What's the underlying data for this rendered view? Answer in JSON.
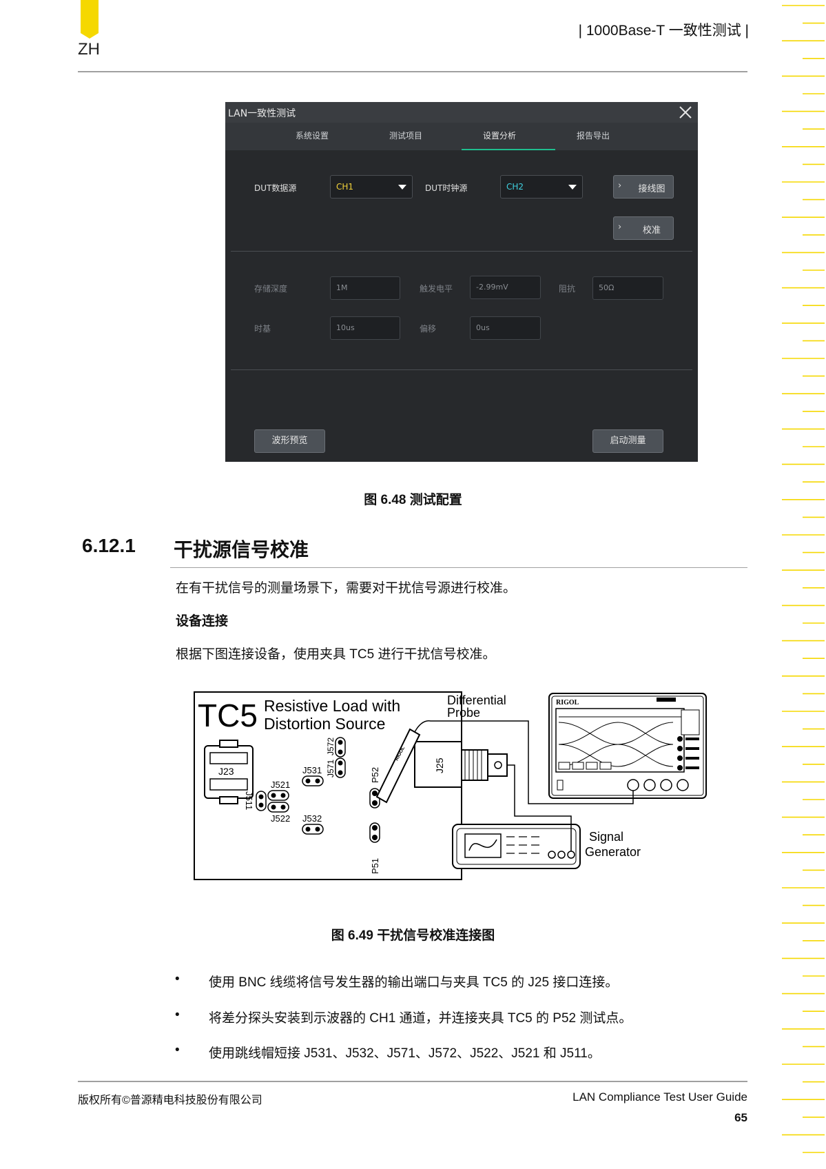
{
  "header": {
    "lang": "ZH",
    "title": "| 1000Base-T 一致性测试 |",
    "accent_color": "#f5d800"
  },
  "dialog": {
    "title": "LAN一致性测试",
    "tabs": [
      "系统设置",
      "测试项目",
      "设置分析",
      "报告导出"
    ],
    "active_tab": "设置分析",
    "dut_data_label": "DUT数据源",
    "dut_data_value": "CH1",
    "dut_data_color": "#f2d23a",
    "dut_clock_label": "DUT时钟源",
    "dut_clock_value": "CH2",
    "dut_clock_color": "#3fd0e0",
    "wiring_button": "接线图",
    "calib_button": "校准",
    "mem_depth_label": "存储深度",
    "mem_depth_value": "1M",
    "trigger_level_label": "触发电平",
    "trigger_level_value": "-2.99mV",
    "impedance_label": "阻抗",
    "impedance_value": "50Ω",
    "timebase_label": "时基",
    "timebase_value": "10us",
    "offset_label": "偏移",
    "offset_value": "0us",
    "preview_button": "波形预览",
    "start_button": "启动测量"
  },
  "figure_648_caption": "图 6.48 测试配置",
  "section": {
    "number": "6.12.1",
    "title": "干扰源信号校准",
    "intro": "在有干扰信号的测量场景下，需要对干扰信号源进行校准。",
    "subheading": "设备连接",
    "instruction": "根据下图连接设备，使用夹具 TC5 进行干扰信号校准。"
  },
  "diagram": {
    "board_title": "TC5",
    "board_subtitle_1": "Resistive Load with",
    "board_subtitle_2": "Distortion Source",
    "probe_label_1": "Differential",
    "probe_label_2": "Probe",
    "siggen_label_1": "Signal",
    "siggen_label_2": "Generator",
    "scope_brand": "RIGOL",
    "probe_brand": "RIGOL",
    "connectors": [
      "J23",
      "J531",
      "J521",
      "J511",
      "J522",
      "J532",
      "J572",
      "J571",
      "P52",
      "P51",
      "J25"
    ]
  },
  "figure_649_caption": "图 6.49 干扰信号校准连接图",
  "bullets": [
    "使用 BNC 线缆将信号发生器的输出端口与夹具 TC5 的 J25 接口连接。",
    "将差分探头安装到示波器的 CH1 通道，并连接夹具 TC5 的 P52 测试点。",
    "使用跳线帽短接 J531、J532、J571、J572、J522、J521 和 J511。"
  ],
  "bullet_symbol": "•",
  "footer": {
    "copyright": "版权所有©普源精电科技股份有限公司",
    "guide_title": "LAN Compliance Test User Guide",
    "page_number": "65"
  }
}
